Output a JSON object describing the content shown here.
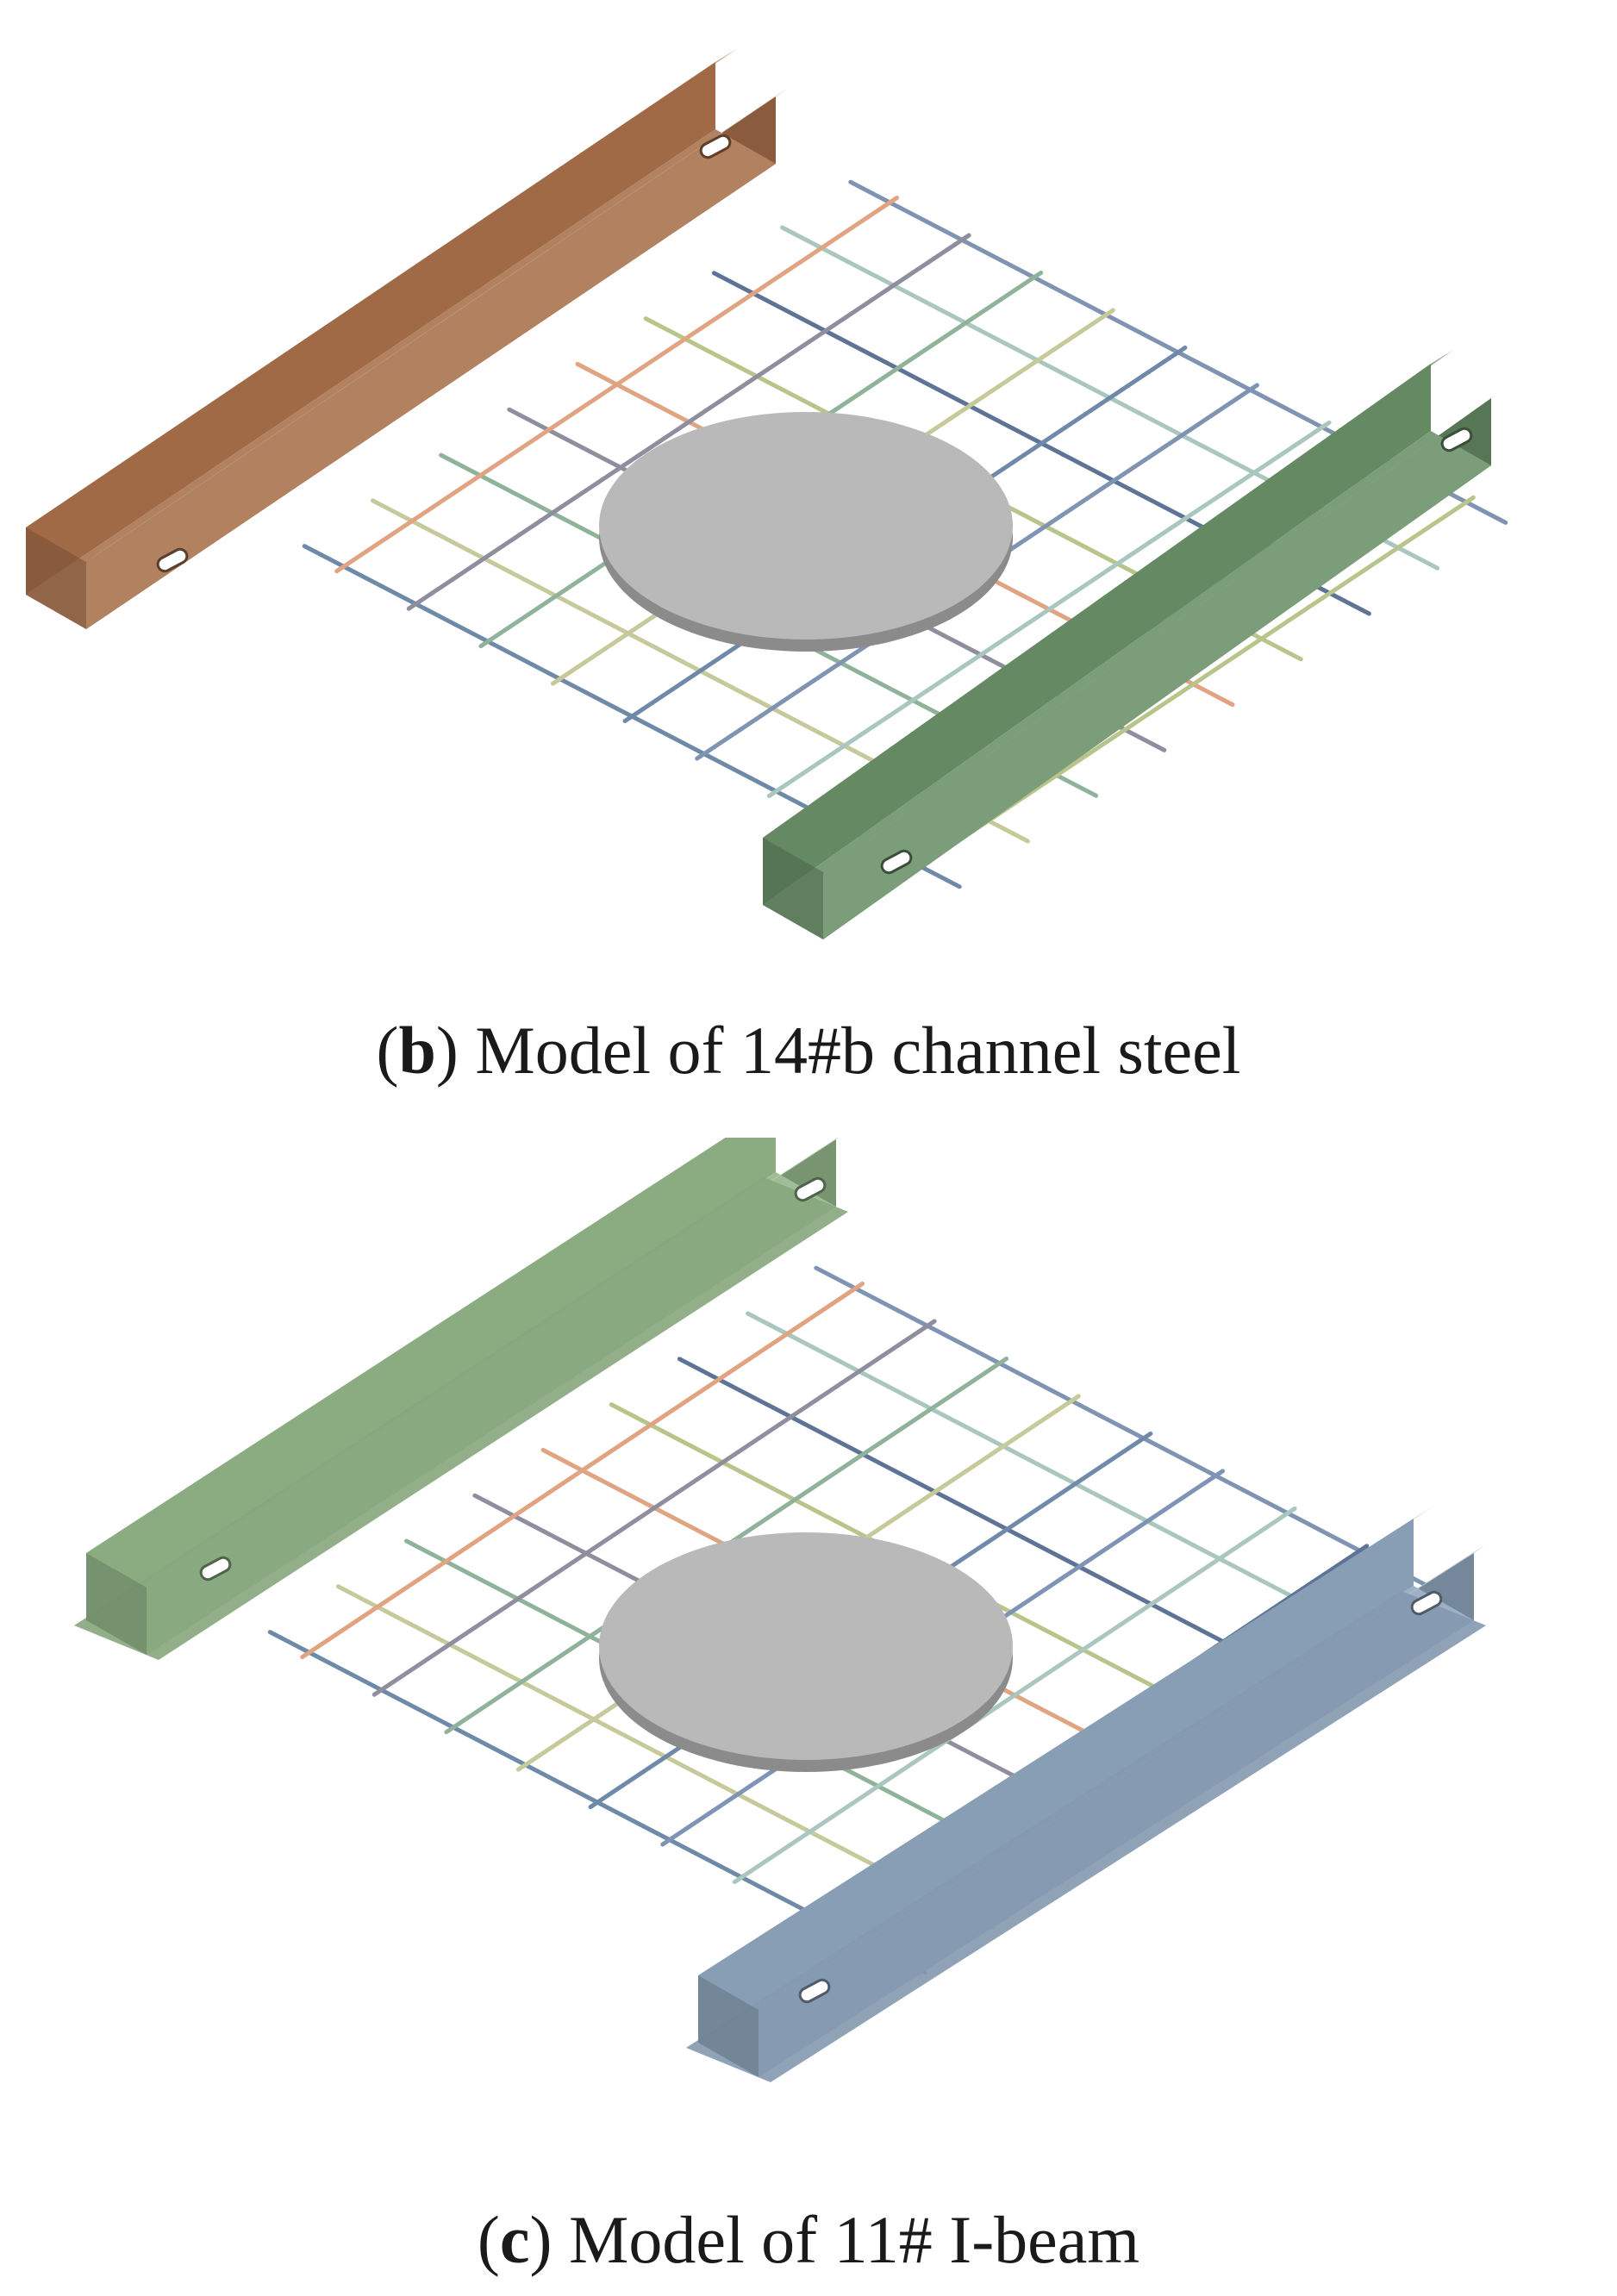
{
  "panels": [
    {
      "id": "b",
      "caption_letter": "b",
      "caption_text": ") Model of 14#b channel steel",
      "beam_type": "channel",
      "beam1_color": "#a8704a",
      "beam2_color": "#6a9068",
      "plate_color": "#b9b9b9"
    },
    {
      "id": "c",
      "caption_letter": "c",
      "caption_text": ") Model of 11# I-beam",
      "beam_type": "i-beam",
      "beam1_color": "#92b488",
      "beam2_color": "#8fa6bd",
      "plate_color": "#b9b9b9"
    }
  ],
  "rebar_colors": [
    "#7f93b3",
    "#a9c6bf",
    "#5d7497",
    "#b8c58a",
    "#e0a483",
    "#8e8e9e",
    "#8fb39a",
    "#c6c99a",
    "#6f8aa8"
  ]
}
